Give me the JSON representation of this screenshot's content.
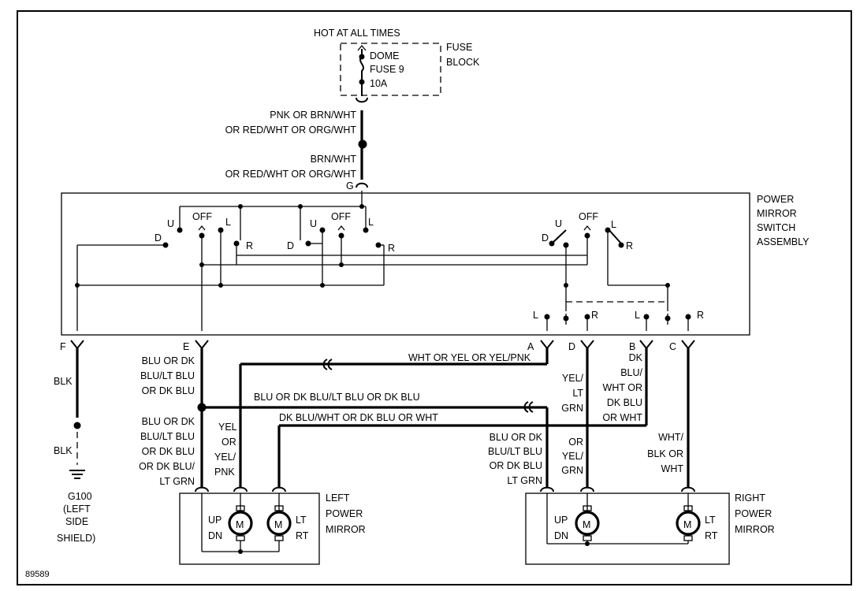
{
  "figure_id": "89589",
  "supply": {
    "hot_label": "HOT AT ALL TIMES",
    "fuse_name": "DOME",
    "fuse_num": "FUSE 9",
    "fuse_rating": "10A",
    "fuse_block_line1": "FUSE",
    "fuse_block_line2": "BLOCK"
  },
  "feed_wires": {
    "upper_line1": "PNK OR BRN/WHT",
    "upper_line2": "OR RED/WHT OR ORG/WHT",
    "lower_line1": "BRN/WHT",
    "lower_line2": "OR RED/WHT OR ORG/WHT"
  },
  "switch_assembly": {
    "lines": [
      "POWER",
      "MIRROR",
      "SWITCH",
      "ASSEMBLY"
    ],
    "terminals": {
      "G": "G",
      "F": "F",
      "E": "E",
      "A": "A",
      "D": "D",
      "B": "B",
      "C": "C"
    },
    "contact_labels": {
      "U": "U",
      "D": "D",
      "OFF": "OFF",
      "L": "L",
      "R": "R"
    }
  },
  "ground": {
    "wire_upper": "BLK",
    "wire_lower": "BLK",
    "lines": [
      "G100",
      "(LEFT",
      "SIDE",
      "SHIELD)"
    ]
  },
  "wires": {
    "e_top": [
      "BLU OR DK",
      "BLU/LT BLU",
      "OR DK BLU"
    ],
    "e_bottom": [
      "BLU OR DK",
      "BLU/LT BLU",
      "OR DK BLU",
      "OR DK BLU/",
      "LT GRN"
    ],
    "yel_pnk": [
      "YEL",
      "OR",
      "YEL/",
      "PNK"
    ],
    "a_line": "WHT OR YEL OR YEL/PNK",
    "blu_line": "BLU OR DK BLU/LT BLU OR DK BLU",
    "dkblu_line": "DK BLU/WHT OR DK BLU OR WHT",
    "d_wire": [
      "YEL/",
      "LT",
      "GRN"
    ],
    "b_wire": [
      "DK",
      "BLU/",
      "WHT OR",
      "DK BLU",
      "OR WHT"
    ],
    "right_bottom_left": [
      "BLU OR DK",
      "BLU/LT BLU",
      "OR DK BLU",
      "LT GRN"
    ],
    "right_bottom_mid": [
      "OR",
      "YEL/",
      "GRN"
    ],
    "c_wire": [
      "WHT/",
      "BLK OR",
      "WHT"
    ]
  },
  "left_mirror": {
    "lines": [
      "LEFT",
      "POWER",
      "MIRROR"
    ],
    "motor_symbol": "M",
    "up": "UP",
    "dn": "DN",
    "lt": "LT",
    "rt": "RT"
  },
  "right_mirror": {
    "lines": [
      "RIGHT",
      "POWER",
      "MIRROR"
    ],
    "motor_symbol": "M",
    "up": "UP",
    "dn": "DN",
    "lt": "LT",
    "rt": "RT"
  }
}
